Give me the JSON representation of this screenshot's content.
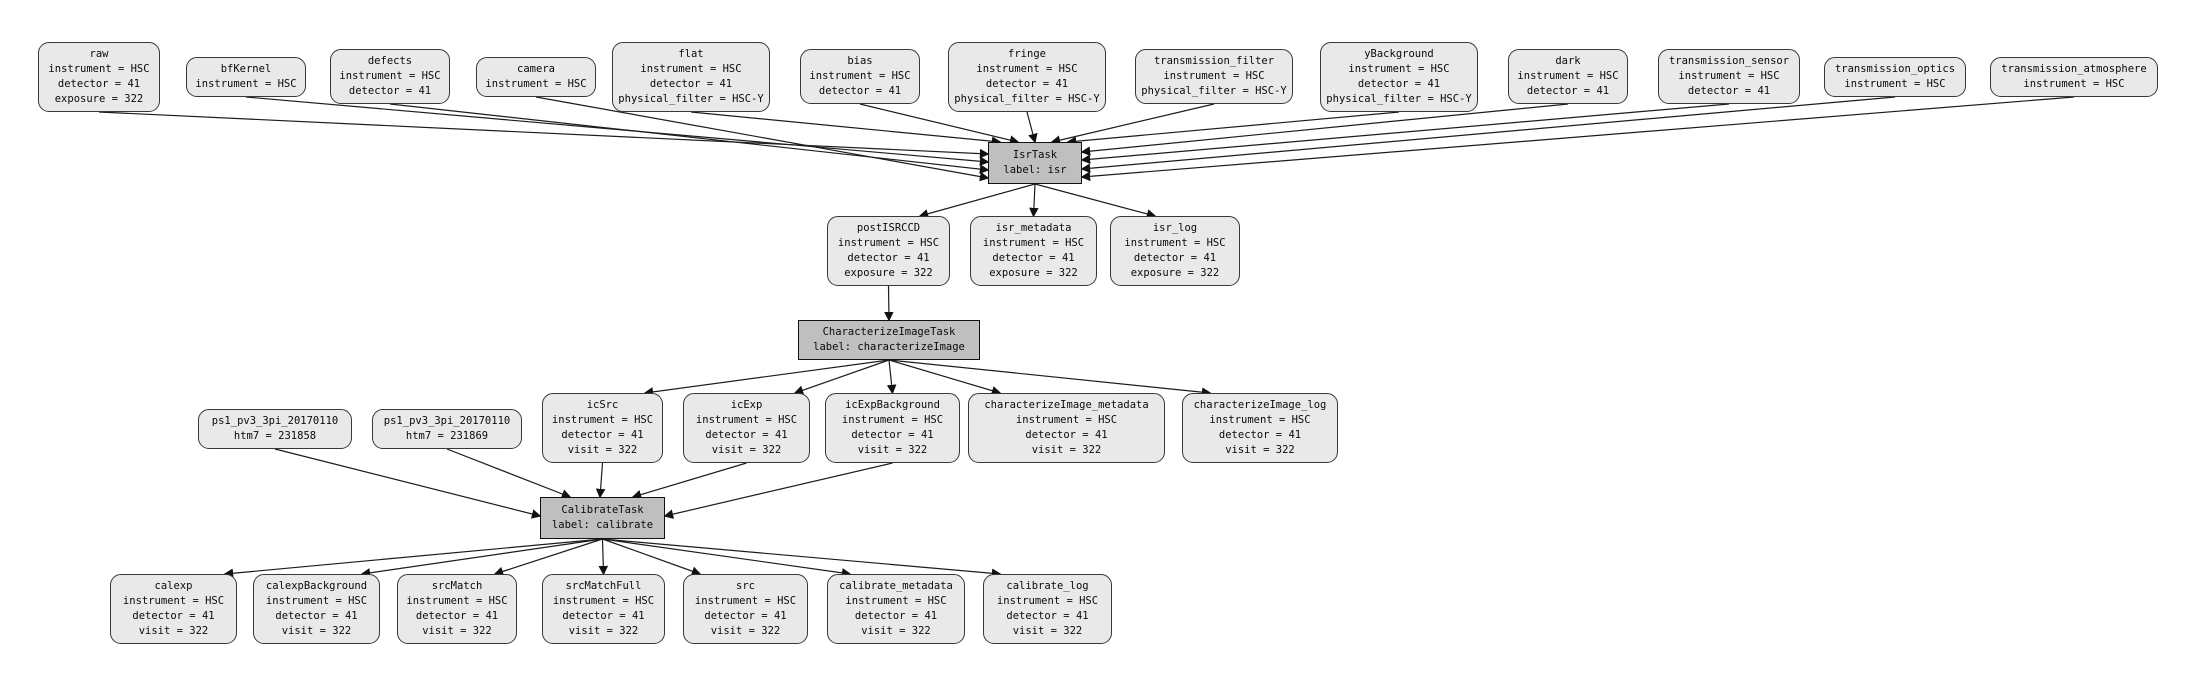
{
  "diagram": {
    "type": "pipeline-dag",
    "colors": {
      "background": "#ffffff",
      "dataset_fill": "#e9e9e9",
      "dataset_border": "#383838",
      "task_fill": "#bfbfbf",
      "task_border": "#111111",
      "edge": "#1c1c1c"
    }
  },
  "nodes": [
    {
      "id": "raw",
      "kind": "dataset",
      "lines": [
        "raw",
        "instrument = HSC",
        "detector = 41",
        "exposure = 322"
      ]
    },
    {
      "id": "bfKernel",
      "kind": "dataset",
      "lines": [
        "bfKernel",
        "instrument = HSC"
      ]
    },
    {
      "id": "defects",
      "kind": "dataset",
      "lines": [
        "defects",
        "instrument = HSC",
        "detector = 41"
      ]
    },
    {
      "id": "camera",
      "kind": "dataset",
      "lines": [
        "camera",
        "instrument = HSC"
      ]
    },
    {
      "id": "flat",
      "kind": "dataset",
      "lines": [
        "flat",
        "instrument = HSC",
        "detector = 41",
        "physical_filter = HSC-Y"
      ]
    },
    {
      "id": "bias",
      "kind": "dataset",
      "lines": [
        "bias",
        "instrument = HSC",
        "detector = 41"
      ]
    },
    {
      "id": "fringe",
      "kind": "dataset",
      "lines": [
        "fringe",
        "instrument = HSC",
        "detector = 41",
        "physical_filter = HSC-Y"
      ]
    },
    {
      "id": "transmission_filter",
      "kind": "dataset",
      "lines": [
        "transmission_filter",
        "instrument = HSC",
        "physical_filter = HSC-Y"
      ]
    },
    {
      "id": "yBackground",
      "kind": "dataset",
      "lines": [
        "yBackground",
        "instrument = HSC",
        "detector = 41",
        "physical_filter = HSC-Y"
      ]
    },
    {
      "id": "dark",
      "kind": "dataset",
      "lines": [
        "dark",
        "instrument = HSC",
        "detector = 41"
      ]
    },
    {
      "id": "transmission_sensor",
      "kind": "dataset",
      "lines": [
        "transmission_sensor",
        "instrument = HSC",
        "detector = 41"
      ]
    },
    {
      "id": "transmission_optics",
      "kind": "dataset",
      "lines": [
        "transmission_optics",
        "instrument = HSC"
      ]
    },
    {
      "id": "transmission_atmosphere",
      "kind": "dataset",
      "lines": [
        "transmission_atmosphere",
        "instrument = HSC"
      ]
    },
    {
      "id": "isr",
      "kind": "task",
      "lines": [
        "IsrTask",
        "label: isr"
      ]
    },
    {
      "id": "postISRCCD",
      "kind": "dataset",
      "lines": [
        "postISRCCD",
        "instrument = HSC",
        "detector = 41",
        "exposure = 322"
      ]
    },
    {
      "id": "isr_metadata",
      "kind": "dataset",
      "lines": [
        "isr_metadata",
        "instrument = HSC",
        "detector = 41",
        "exposure = 322"
      ]
    },
    {
      "id": "isr_log",
      "kind": "dataset",
      "lines": [
        "isr_log",
        "instrument = HSC",
        "detector = 41",
        "exposure = 322"
      ]
    },
    {
      "id": "characterizeImage",
      "kind": "task",
      "lines": [
        "CharacterizeImageTask",
        "label: characterizeImage"
      ]
    },
    {
      "id": "icSrc",
      "kind": "dataset",
      "lines": [
        "icSrc",
        "instrument = HSC",
        "detector = 41",
        "visit = 322"
      ]
    },
    {
      "id": "icExp",
      "kind": "dataset",
      "lines": [
        "icExp",
        "instrument = HSC",
        "detector = 41",
        "visit = 322"
      ]
    },
    {
      "id": "icExpBackground",
      "kind": "dataset",
      "lines": [
        "icExpBackground",
        "instrument = HSC",
        "detector = 41",
        "visit = 322"
      ]
    },
    {
      "id": "characterizeImage_metadata",
      "kind": "dataset",
      "lines": [
        "characterizeImage_metadata",
        "instrument = HSC",
        "detector = 41",
        "visit = 322"
      ]
    },
    {
      "id": "characterizeImage_log",
      "kind": "dataset",
      "lines": [
        "characterizeImage_log",
        "instrument = HSC",
        "detector = 41",
        "visit = 322"
      ]
    },
    {
      "id": "ps1_a",
      "kind": "dataset",
      "lines": [
        "ps1_pv3_3pi_20170110",
        "htm7 = 231858"
      ]
    },
    {
      "id": "ps1_b",
      "kind": "dataset",
      "lines": [
        "ps1_pv3_3pi_20170110",
        "htm7 = 231869"
      ]
    },
    {
      "id": "calibrate",
      "kind": "task",
      "lines": [
        "CalibrateTask",
        "label: calibrate"
      ]
    },
    {
      "id": "calexp",
      "kind": "dataset",
      "lines": [
        "calexp",
        "instrument = HSC",
        "detector = 41",
        "visit = 322"
      ]
    },
    {
      "id": "calexpBackground",
      "kind": "dataset",
      "lines": [
        "calexpBackground",
        "instrument = HSC",
        "detector = 41",
        "visit = 322"
      ]
    },
    {
      "id": "srcMatch",
      "kind": "dataset",
      "lines": [
        "srcMatch",
        "instrument = HSC",
        "detector = 41",
        "visit = 322"
      ]
    },
    {
      "id": "srcMatchFull",
      "kind": "dataset",
      "lines": [
        "srcMatchFull",
        "instrument = HSC",
        "detector = 41",
        "visit = 322"
      ]
    },
    {
      "id": "src",
      "kind": "dataset",
      "lines": [
        "src",
        "instrument = HSC",
        "detector = 41",
        "visit = 322"
      ]
    },
    {
      "id": "calibrate_metadata",
      "kind": "dataset",
      "lines": [
        "calibrate_metadata",
        "instrument = HSC",
        "detector = 41",
        "visit = 322"
      ]
    },
    {
      "id": "calibrate_log",
      "kind": "dataset",
      "lines": [
        "calibrate_log",
        "instrument = HSC",
        "detector = 41",
        "visit = 322"
      ]
    }
  ],
  "edges": [
    [
      "raw",
      "isr"
    ],
    [
      "bfKernel",
      "isr"
    ],
    [
      "defects",
      "isr"
    ],
    [
      "camera",
      "isr"
    ],
    [
      "flat",
      "isr"
    ],
    [
      "bias",
      "isr"
    ],
    [
      "fringe",
      "isr"
    ],
    [
      "transmission_filter",
      "isr"
    ],
    [
      "yBackground",
      "isr"
    ],
    [
      "dark",
      "isr"
    ],
    [
      "transmission_sensor",
      "isr"
    ],
    [
      "transmission_optics",
      "isr"
    ],
    [
      "transmission_atmosphere",
      "isr"
    ],
    [
      "isr",
      "postISRCCD"
    ],
    [
      "isr",
      "isr_metadata"
    ],
    [
      "isr",
      "isr_log"
    ],
    [
      "postISRCCD",
      "characterizeImage"
    ],
    [
      "characterizeImage",
      "icSrc"
    ],
    [
      "characterizeImage",
      "icExp"
    ],
    [
      "characterizeImage",
      "icExpBackground"
    ],
    [
      "characterizeImage",
      "characterizeImage_metadata"
    ],
    [
      "characterizeImage",
      "characterizeImage_log"
    ],
    [
      "ps1_a",
      "calibrate"
    ],
    [
      "ps1_b",
      "calibrate"
    ],
    [
      "icSrc",
      "calibrate"
    ],
    [
      "icExp",
      "calibrate"
    ],
    [
      "icExpBackground",
      "calibrate"
    ],
    [
      "calibrate",
      "calexp"
    ],
    [
      "calibrate",
      "calexpBackground"
    ],
    [
      "calibrate",
      "srcMatch"
    ],
    [
      "calibrate",
      "srcMatchFull"
    ],
    [
      "calibrate",
      "src"
    ],
    [
      "calibrate",
      "calibrate_metadata"
    ],
    [
      "calibrate",
      "calibrate_log"
    ]
  ]
}
